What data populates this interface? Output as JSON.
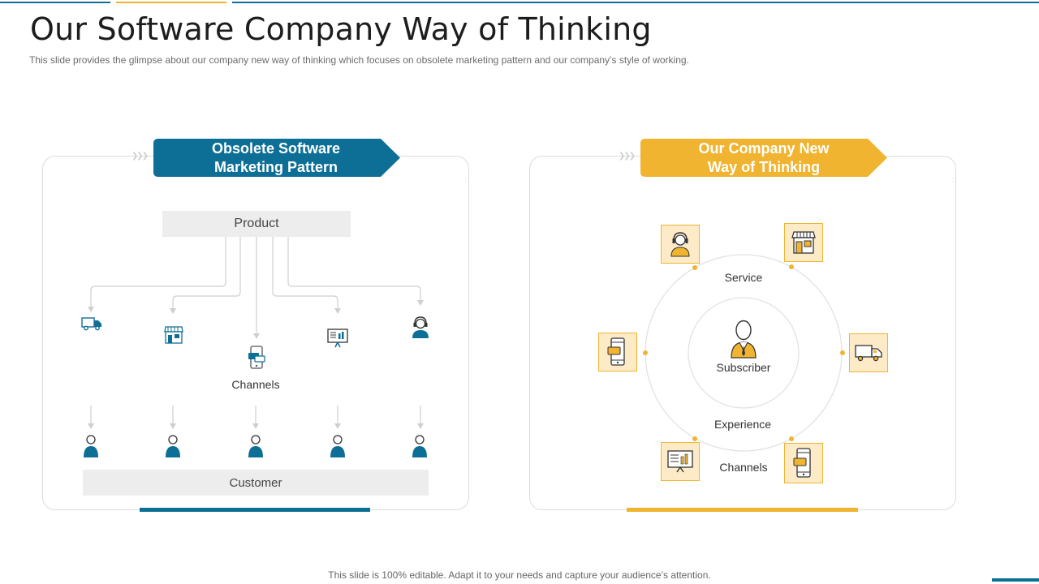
{
  "slide": {
    "title": "Our Software Company Way of Thinking",
    "subtitle": "This slide provides  the glimpse about our company new way of thinking which focuses on obsolete marketing pattern and our company’s style of working.",
    "footer": "This slide is 100% editable. Adapt it to your needs and capture your audience’s attention."
  },
  "left": {
    "banner_line1": "Obsolete Software",
    "banner_line2": "Marketing Pattern",
    "product": "Product",
    "channels": "Channels",
    "customer": "Customer",
    "icons": [
      "truck-icon",
      "store-icon",
      "smartphone-chat-icon",
      "monitor-presentation-icon",
      "support-agent-icon"
    ]
  },
  "right": {
    "banner_line1": "Our Company New",
    "banner_line2": "Way of Thinking",
    "center": "Subscriber",
    "service": "Service",
    "experience": "Experience",
    "channels": "Channels",
    "icons": [
      "support-agent-icon",
      "store-icon",
      "truck-icon",
      "smartphone-chat-icon",
      "monitor-presentation-icon"
    ]
  },
  "colors": {
    "blue": "#0e6f96",
    "orange": "#f0b431",
    "tile_fill": "#fdebc8",
    "gray_box": "#ededed"
  }
}
